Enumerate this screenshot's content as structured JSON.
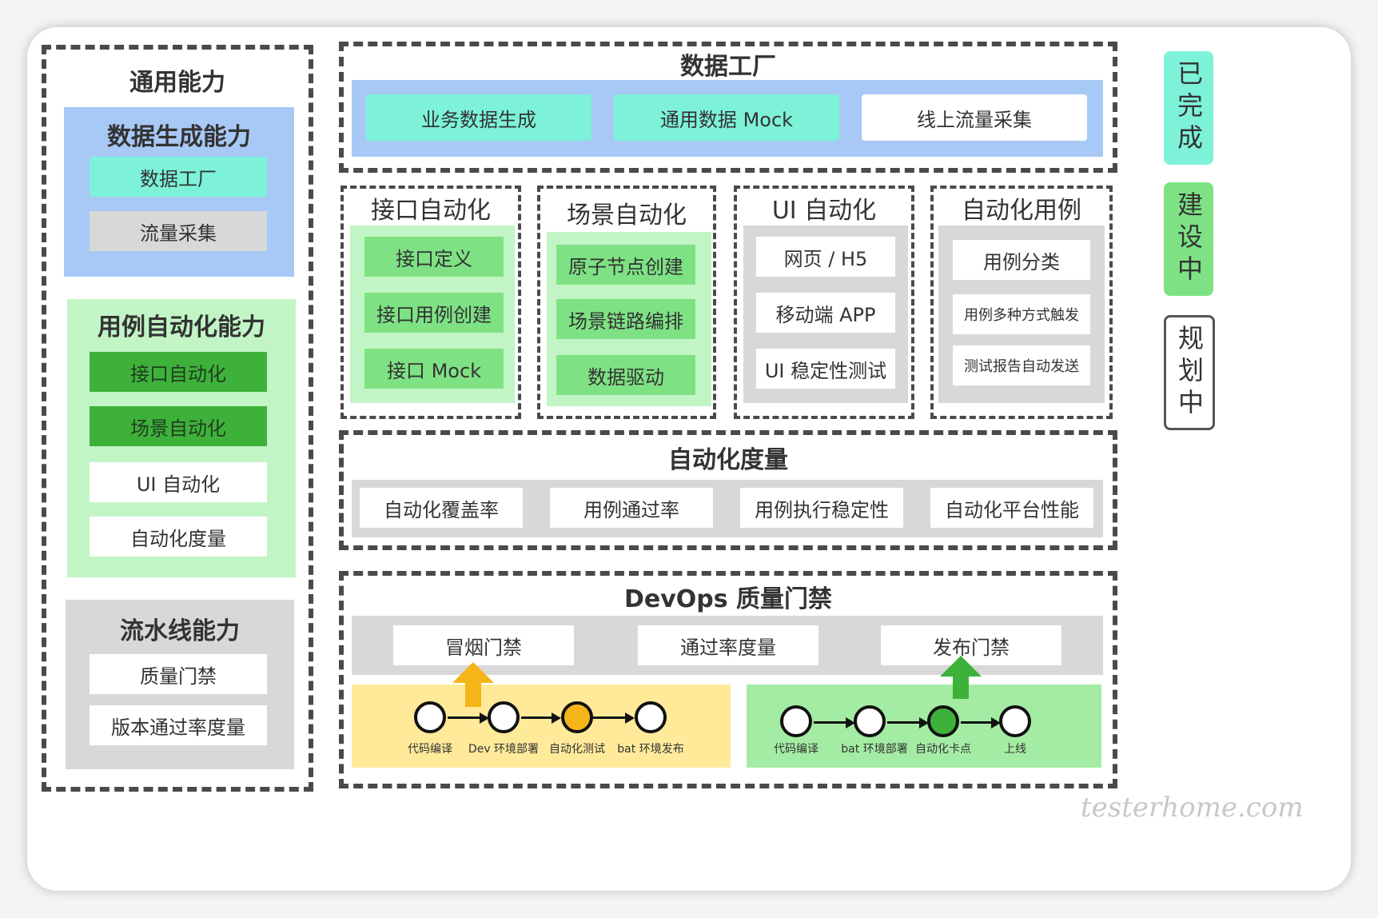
{
  "colors": {
    "teal": "#7df2d9",
    "blue_panel": "#a8c8f5",
    "light_green_panel": "#c2f5c6",
    "dark_green": "#3eb13b",
    "mid_green": "#7ee284",
    "grey": "#d8d8d8",
    "yellow_panel": "#ffea9a",
    "orange_node": "#f5b417",
    "arrow_orange": "#f5b417",
    "arrow_green": "#3eb13b"
  },
  "left": {
    "title": "通用能力",
    "data_gen": {
      "title": "数据生成能力",
      "items": [
        "数据工厂",
        "流量采集"
      ]
    },
    "case_auto": {
      "title": "用例自动化能力",
      "items": [
        "接口自动化",
        "场景自动化",
        "UI 自动化",
        "自动化度量"
      ]
    },
    "pipeline": {
      "title": "流水线能力",
      "items": [
        "质量门禁",
        "版本通过率度量"
      ]
    }
  },
  "data_factory": {
    "title": "数据工厂",
    "items": [
      "业务数据生成",
      "通用数据 Mock",
      "线上流量采集"
    ]
  },
  "api_auto": {
    "title": "接口自动化",
    "items": [
      "接口定义",
      "接口用例创建",
      "接口 Mock"
    ]
  },
  "scene_auto": {
    "title": "场景自动化",
    "items": [
      "原子节点创建",
      "场景链路编排",
      "数据驱动"
    ]
  },
  "ui_auto": {
    "title": "UI 自动化",
    "items": [
      "网页 / H5",
      "移动端 APP",
      "UI 稳定性测试"
    ]
  },
  "auto_cases": {
    "title": "自动化用例",
    "items": [
      "用例分类",
      "用例多种方式触发",
      "测试报告自动发送"
    ]
  },
  "metrics": {
    "title": "自动化度量",
    "items": [
      "自动化覆盖率",
      "用例通过率",
      "用例执行稳定性",
      "自动化平台性能"
    ]
  },
  "devops": {
    "title": "DevOps 质量门禁",
    "gates": [
      "冒烟门禁",
      "通过率度量",
      "发布门禁"
    ],
    "flow1": [
      "代码编译",
      "Dev 环境部署",
      "自动化测试",
      "bat 环境发布"
    ],
    "flow2": [
      "代码编译",
      "bat 环境部署",
      "自动化卡点",
      "上线"
    ]
  },
  "legend": {
    "done": "已完成",
    "building": "建设中",
    "planning": "规划中"
  },
  "watermark": "testerhome.com"
}
